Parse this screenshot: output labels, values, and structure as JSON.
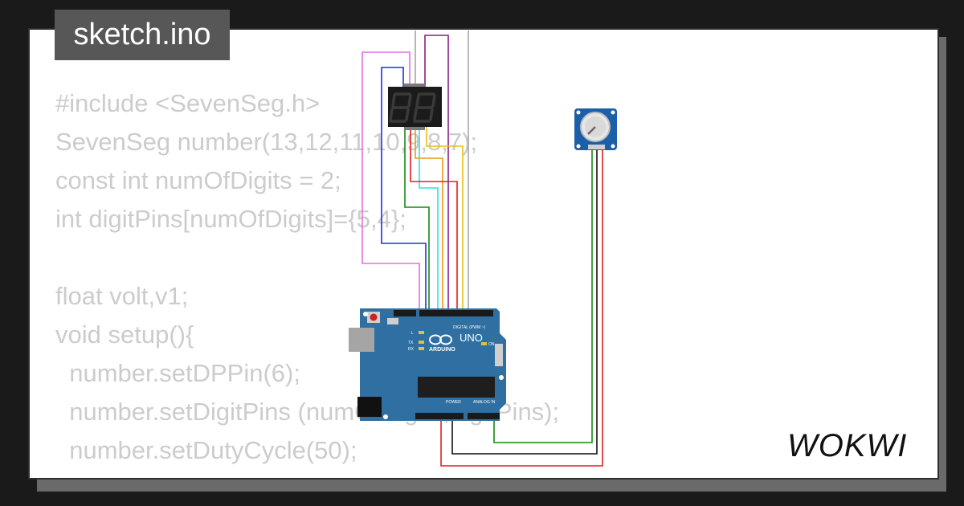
{
  "title": "sketch.ino",
  "code_lines": [
    "#include <SevenSeg.h>",
    "SevenSeg number(13,12,11,10,9,8,7);",
    "const int numOfDigits = 2;",
    "int digitPins[numOfDigits]={5,4};",
    "",
    "float volt,v1;",
    "void setup(){",
    "  number.setDPPin(6);",
    "  number.setDigitPins (numOfDigits,digitPins);",
    "  number.setDutyCycle(50);",
    "}"
  ],
  "brand": "WOKWI",
  "board": {
    "model": "UNO",
    "maker": "ARDUINO",
    "header_digital": "DIGITAL (PWM ~)",
    "header_power": "POWER",
    "header_analog": "ANALOG IN",
    "led_on": "ON",
    "led_l": "L",
    "led_tx": "TX",
    "led_rx": "RX"
  },
  "display_digits": "88",
  "colors": {
    "background": "#1a1a1a",
    "card": "#ffffff",
    "code_text": "#cccccc",
    "board": "#2f6fa1",
    "title_tab": "#575757",
    "wire_magenta": "#e070e0",
    "wire_blue": "#2233cc",
    "wire_purple": "#8a1e8a",
    "wire_green": "#138a13",
    "wire_cyan": "#33e0e0",
    "wire_orange": "#e69a18",
    "wire_yellow": "#ecc012",
    "wire_red": "#e02020",
    "wire_gray": "#a5a5a5",
    "wire_black": "#111111"
  }
}
